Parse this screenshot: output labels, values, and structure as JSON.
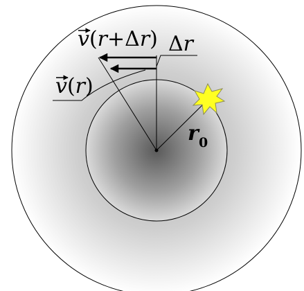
{
  "labels": {
    "v_r_plus": {
      "vector": "v",
      "open": "(",
      "var": "r",
      "plus": "+",
      "delta": "Δ",
      "var2": "r",
      "close": ")"
    },
    "v_r": {
      "vector": "v",
      "open": "(",
      "var": "r",
      "close": ")"
    },
    "delta_r": {
      "delta": "Δ",
      "var": "r"
    },
    "r0": {
      "var": "r",
      "sub": "0"
    }
  },
  "colors": {
    "outer_gradient_edge": "#ffffff",
    "outer_gradient_mid": "#bfbfbf",
    "inner_gradient_center": "#606060",
    "inner_gradient_edge": "#d8d8d8",
    "star_fill": "#ffff22",
    "star_stroke": "#8c8c55",
    "line": "#000000"
  }
}
